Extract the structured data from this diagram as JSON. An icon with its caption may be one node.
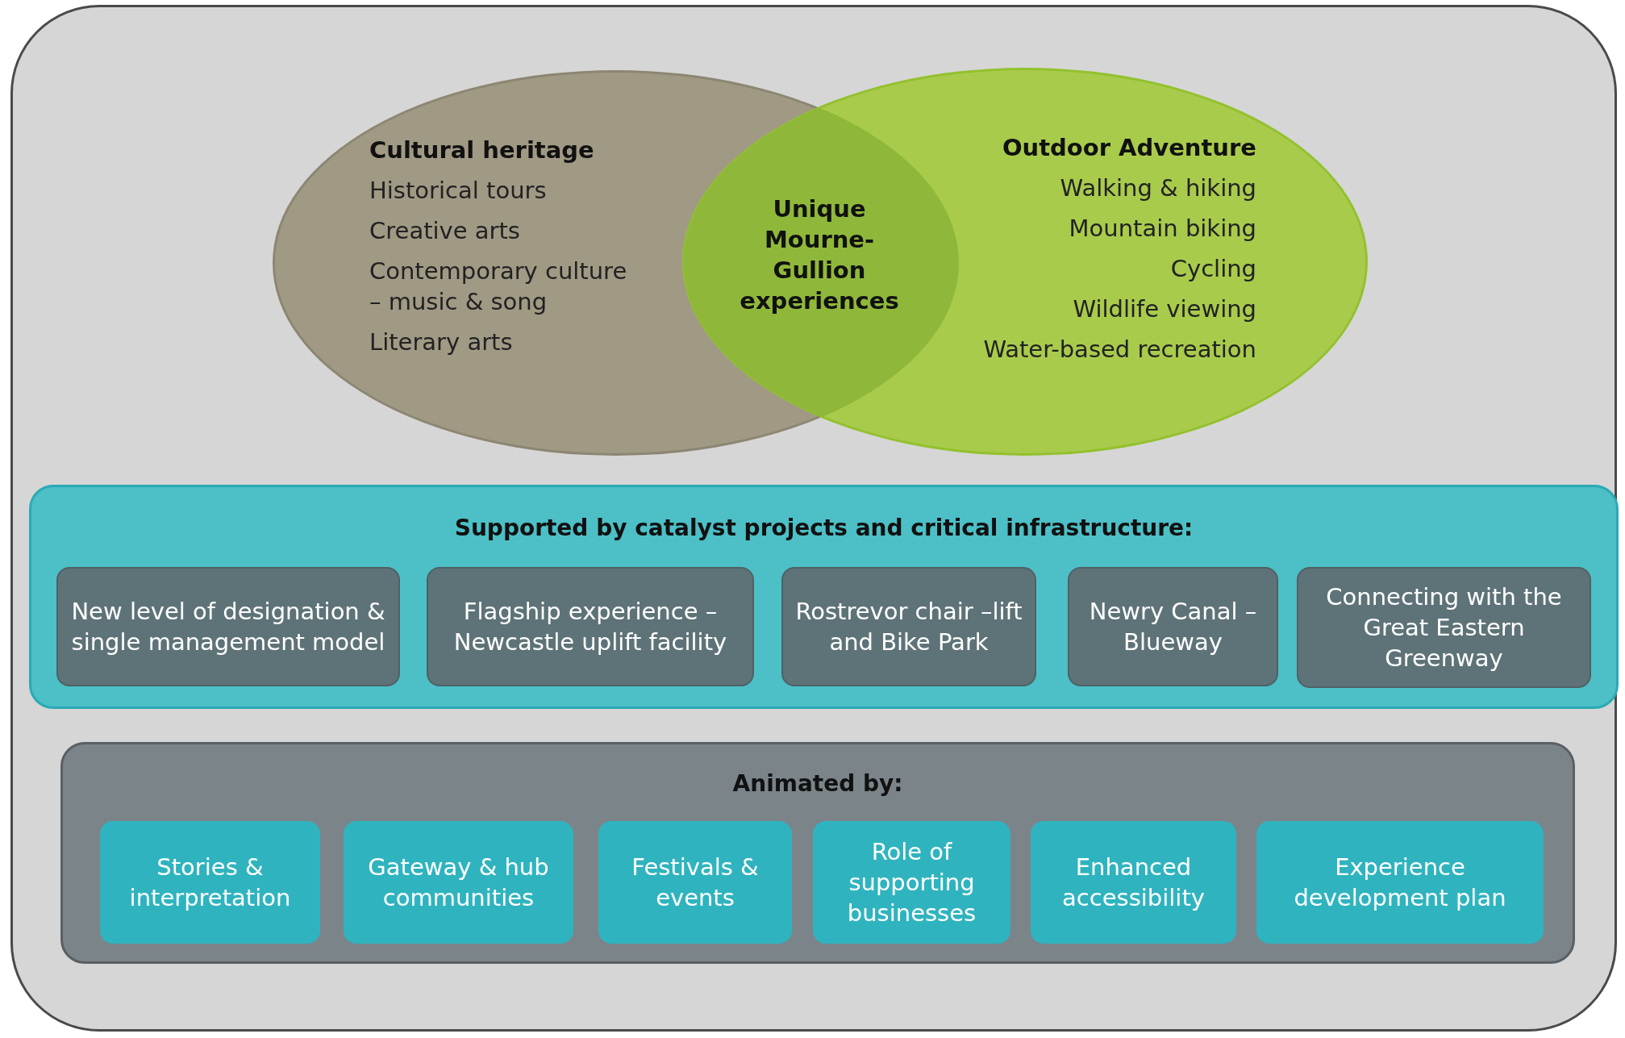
{
  "diagram": {
    "nodes": [
      {
        "text": [
          "Cultural heritage",
          "Historical tours",
          "Creative arts",
          "Contemporary culture – music & song",
          "Literary arts"
        ]
      },
      {
        "text": [
          "Outdoor Adventure",
          "Walking & hiking",
          "Mountain biking",
          "Cycling",
          "Wildlife viewing",
          "Water-based recreation"
        ]
      },
      {
        "text": [
          "Unique Mourne-Gullion experiences"
        ]
      },
      {
        "text": [
          "Supported by catalyst projects and critical infrastructure:"
        ]
      },
      {
        "text": [
          "New level of designation & single management model"
        ],
        "in": 3
      },
      {
        "text": [
          "Flagship experience – Newcastle uplift facility"
        ],
        "in": 3
      },
      {
        "text": [
          "Rostrevor chair –lift and Bike Park"
        ],
        "in": 3
      },
      {
        "text": [
          "Newry Canal – Blueway"
        ],
        "in": 3
      },
      {
        "text": [
          "Connecting with the Great Eastern Greenway"
        ],
        "in": 3
      },
      {
        "text": [
          "Animated by:"
        ]
      },
      {
        "text": [
          "Stories & interpretation"
        ],
        "in": 9
      },
      {
        "text": [
          "Gateway & hub communities"
        ],
        "in": 9
      },
      {
        "text": [
          "Festivals & events"
        ],
        "in": 9
      },
      {
        "text": [
          "Role of supporting businesses"
        ],
        "in": 9
      },
      {
        "text": [
          "Enhanced accessibility"
        ],
        "in": 9
      },
      {
        "text": [
          "Experience development plan"
        ],
        "in": 9
      }
    ],
    "edges": []
  }
}
